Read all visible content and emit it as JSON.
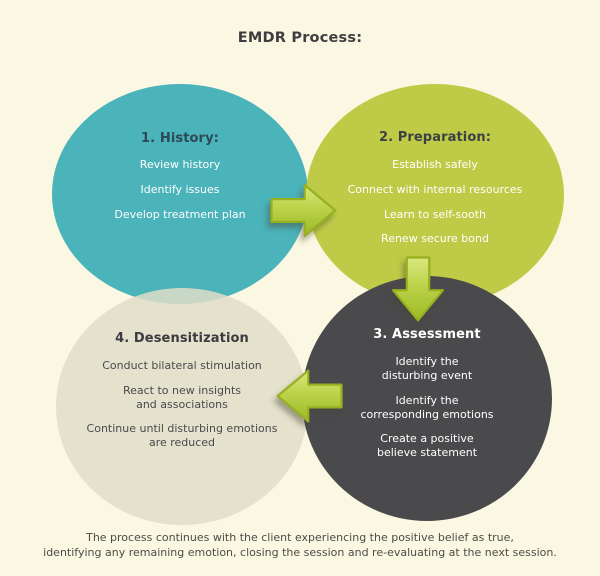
{
  "title": "EMDR Process:",
  "colors": {
    "background": "#FAF8E2",
    "history_circle": "#4BB3BA",
    "preparation_circle": "#BFCB47",
    "assessment_circle": "#4A494C",
    "desensitization_circle": "rgba(223,221,200,0.85)",
    "arrow_green": "#B5CD3F",
    "heading_dark": "#3C4145",
    "heading_light": "#FFFFFF",
    "body_light": "#FFFFFF",
    "body_dark": "#4A4A4E"
  },
  "circles": {
    "history": {
      "heading": "1. History:",
      "items": [
        "Review history",
        "Identify issues",
        "Develop treatment plan"
      ]
    },
    "preparation": {
      "heading": "2. Preparation:",
      "items": [
        "Establish safely",
        "Connect with internal resources",
        "Learn to self-sooth",
        "Renew secure bond"
      ]
    },
    "assessment": {
      "heading": "3. Assessment",
      "items": [
        "Identify the\ndisturbing event",
        "Identify the\ncorresponding emotions",
        "Create a positive\nbelieve statement"
      ]
    },
    "desensitization": {
      "heading": "4. Desensitization",
      "items": [
        "Conduct bilateral stimulation",
        "React to new insights\nand associations",
        "Continue until disturbing emotions\nare reduced"
      ]
    }
  },
  "arrows": {
    "history_to_preparation": "right",
    "preparation_to_assessment": "down",
    "assessment_to_desensitization": "left"
  },
  "caption": "The process continues with the client experiencing the positive belief as true,\nidentifying any remaining emotion, closing the session and re-evaluating at the next session."
}
